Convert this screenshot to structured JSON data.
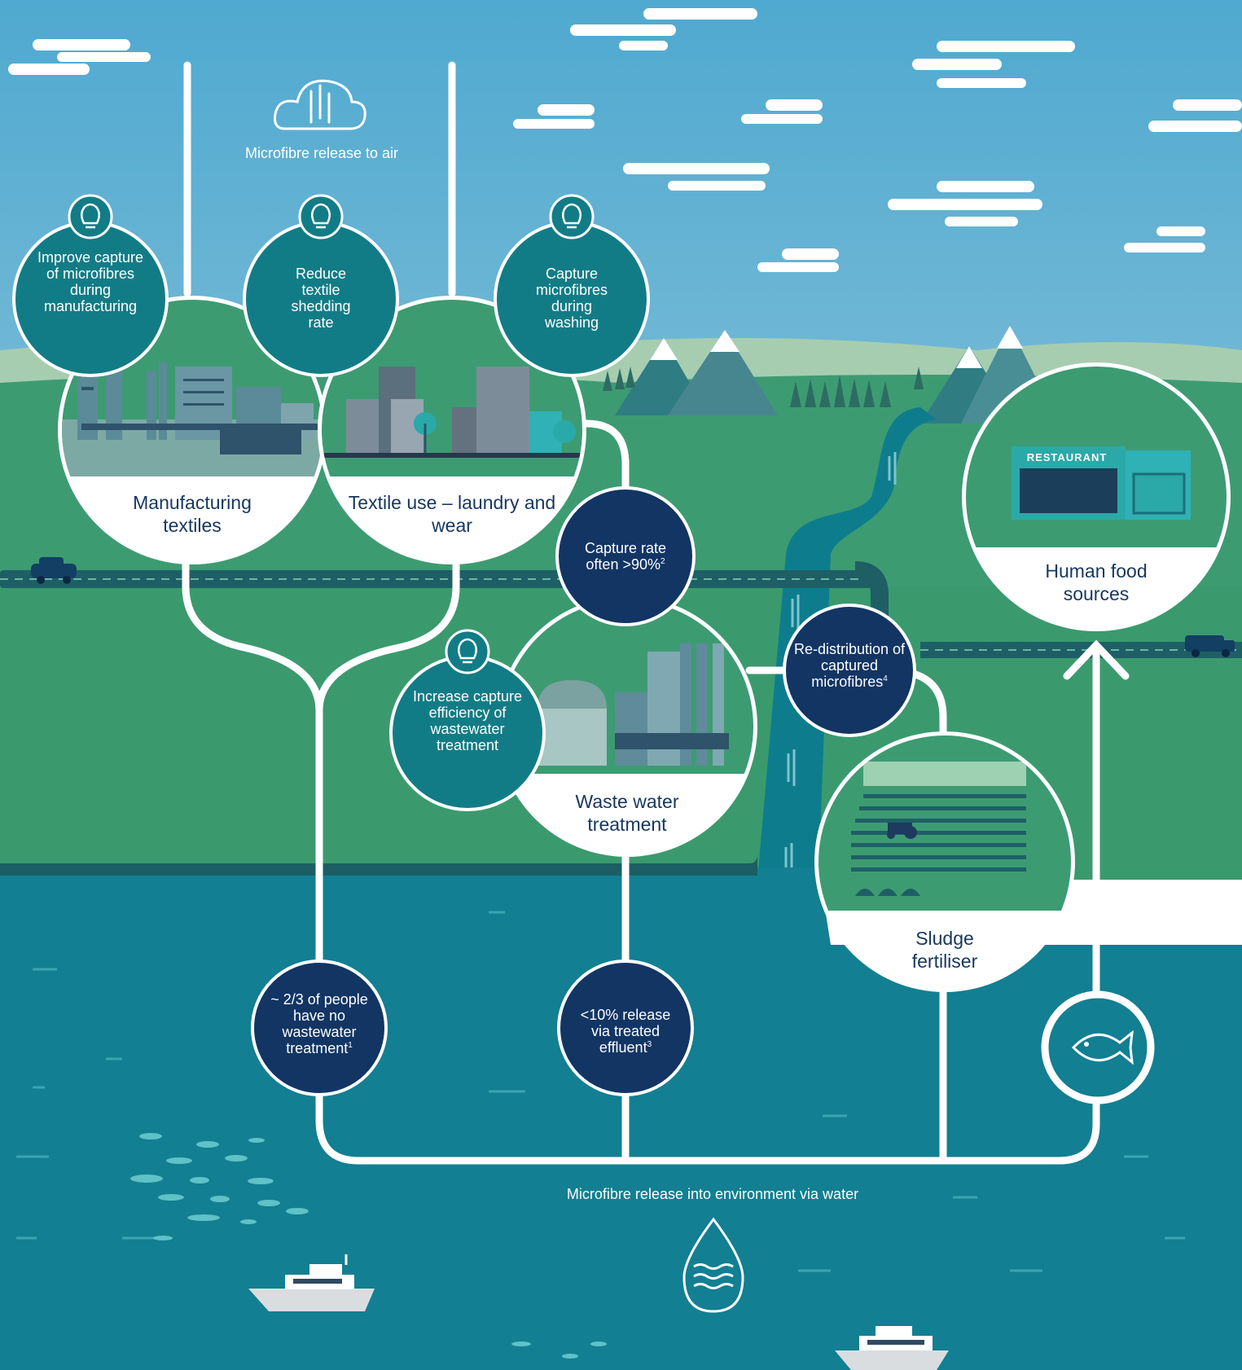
{
  "labels": {
    "air_release": "Microfibre release to air",
    "water_release": "Microfibre release into environment via water",
    "improve_capture": "Improve capture of microfibres during manufacturing",
    "reduce_shedding": "Reduce textile shedding rate",
    "capture_washing": "Capture microfibres during washing",
    "manufacturing": "Manufacturing textiles",
    "textile_use": "Textile use – laundry and wear",
    "capture_rate": "Capture rate often >90%",
    "capture_rate_sup": "2",
    "increase_capture": "Increase capture efficiency of wastewater treatment",
    "waste_water": "Waste water treatment",
    "redistribution": "Re-distribution of captured microfibres",
    "redistribution_sup": "4",
    "sludge": "Sludge fertiliser",
    "human_food": "Human food sources",
    "no_treatment": "~ 2/3 of people have no wastewater treatment",
    "no_treatment_sup": "1",
    "release_effluent": "<10% release via treated effluent",
    "release_effluent_sup": "3",
    "restaurant_sign": "RESTAURANT"
  },
  "icons": [
    "cloud-icon",
    "lightbulb-icon",
    "water-drop-icon",
    "fish-icon"
  ],
  "colors": {
    "sky": "#58aed0",
    "land": "#3d9b72",
    "sea": "#0f8294",
    "teal_circle": "#127c86",
    "navy_circle": "#123564",
    "label_text": "#16375f"
  }
}
